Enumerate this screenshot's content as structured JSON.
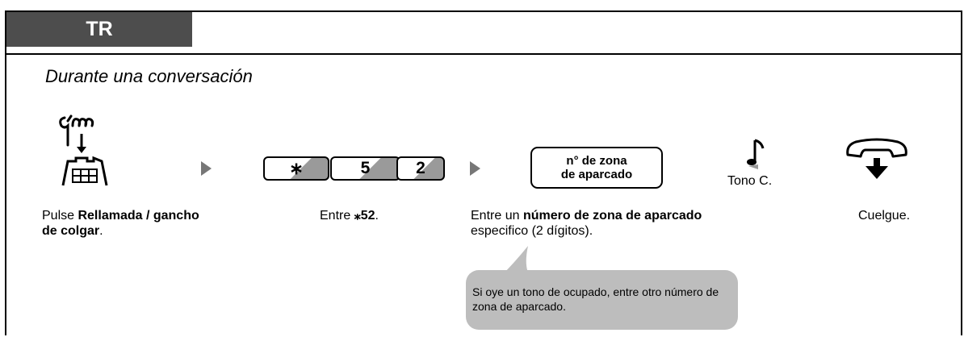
{
  "header": {
    "tab_label": "TR"
  },
  "subtitle": "Durante una conversación",
  "steps": {
    "step1": {
      "pre": "Pulse ",
      "bold": "Rellamada / gancho de colgar",
      "post": "."
    },
    "step2": {
      "pre": "Entre ",
      "bold": "⁎52",
      "post": "."
    },
    "step3": {
      "pre": "Entre un ",
      "bold": "número de zona de aparcado",
      "post": " especifico (2 dígitos)."
    },
    "step4": {
      "text": "Cuelgue."
    }
  },
  "keys": [
    "∗",
    "5",
    "2"
  ],
  "zone_box": {
    "line1": "n° de zona",
    "line2": "de aparcado"
  },
  "tone_label": "Tono C.",
  "note": "Si oye un tono de ocupado, entre otro número de zona de aparcado.",
  "colors": {
    "tab_bg": "#4d4d4d",
    "arrow": "#777777",
    "bubble": "#bdbdbd"
  },
  "icons": [
    "hand-press-hookswitch-icon",
    "arrow-right-icon",
    "music-note-icon",
    "hang-up-handset-icon"
  ]
}
